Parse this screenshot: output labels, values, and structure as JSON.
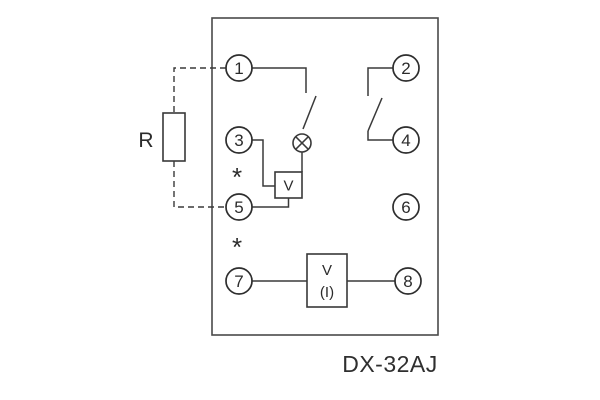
{
  "figure": {
    "model_label": "DX-32AJ"
  },
  "external_circuit": {
    "resistor_label": "R"
  },
  "terminals": [
    {
      "number": "1"
    },
    {
      "number": "2"
    },
    {
      "number": "3"
    },
    {
      "number": "4"
    },
    {
      "number": "5"
    },
    {
      "number": "6"
    },
    {
      "number": "7"
    },
    {
      "number": "8"
    }
  ],
  "components": {
    "coil_label": "V",
    "meter_label_top": "V",
    "meter_label_bottom": "(I)",
    "polarity_marks": [
      "*",
      "*"
    ]
  },
  "colors": {
    "line": "#3a3a3a",
    "text": "#2b2b2b",
    "background": "#ffffff"
  }
}
